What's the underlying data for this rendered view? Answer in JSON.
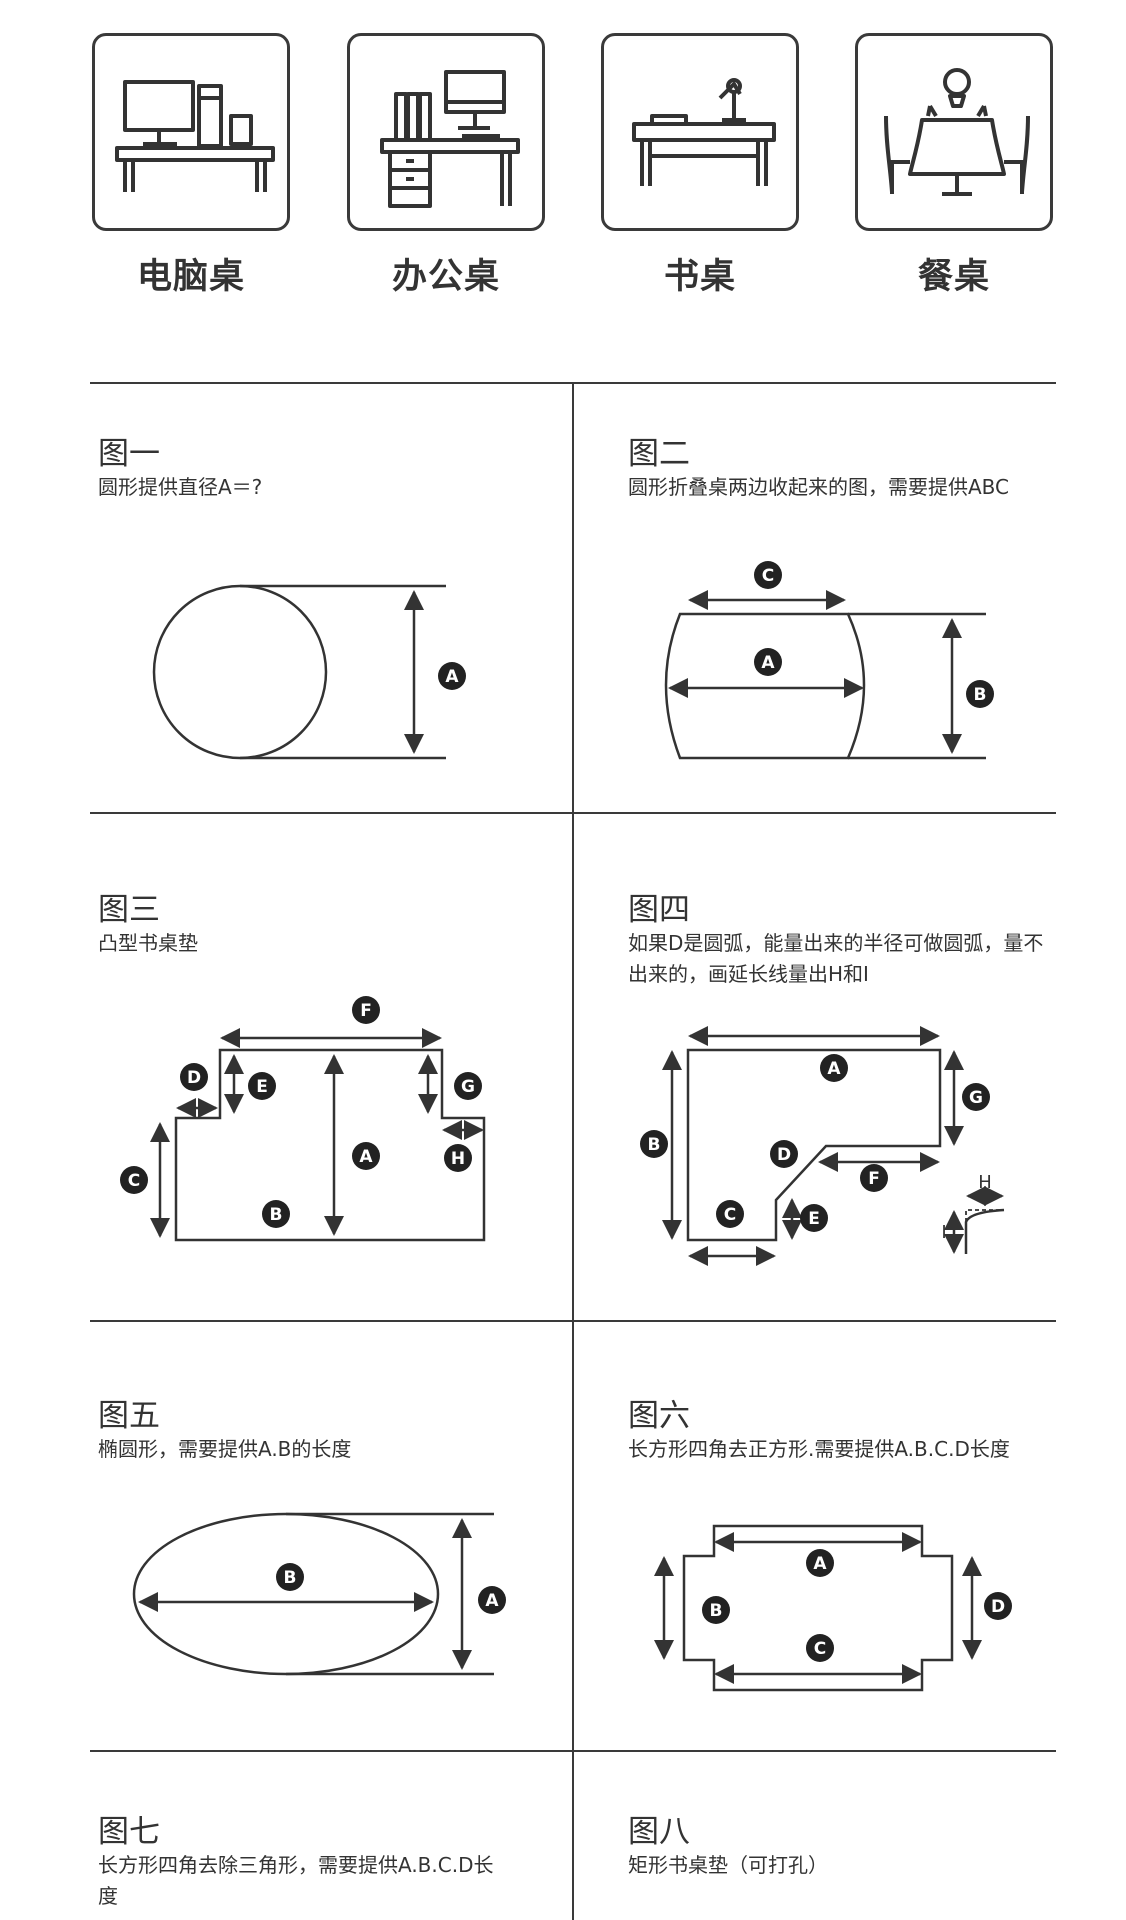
{
  "categories": [
    {
      "label": "电脑桌",
      "icon": "computer-desk-icon"
    },
    {
      "label": "办公桌",
      "icon": "office-desk-icon"
    },
    {
      "label": "书桌",
      "icon": "writing-desk-icon"
    },
    {
      "label": "餐桌",
      "icon": "dining-table-icon"
    }
  ],
  "figures": [
    {
      "title": "图一",
      "desc": "圆形提供直径A＝?"
    },
    {
      "title": "图二",
      "desc": "圆形折叠桌两边收起来的图，需要提供ABC"
    },
    {
      "title": "图三",
      "desc": "凸型书桌垫"
    },
    {
      "title": "图四",
      "desc": "如果D是圆弧，能量出来的半径可做圆弧，量不出来的，画延长线量出H和I"
    },
    {
      "title": "图五",
      "desc": "椭圆形，需要提供A.B的长度"
    },
    {
      "title": "图六",
      "desc": "长方形四角去正方形.需要提供A.B.C.D长度"
    },
    {
      "title": "图七",
      "desc": "长方形四角去除三角形，需要提供A.B.C.D长度"
    },
    {
      "title": "图八",
      "desc": "矩形书桌垫（可打孔）"
    }
  ],
  "labels": {
    "A": "A",
    "B": "B",
    "C": "C",
    "D": "D",
    "E": "E",
    "F": "F",
    "G": "G",
    "H": "H",
    "I": "I"
  }
}
